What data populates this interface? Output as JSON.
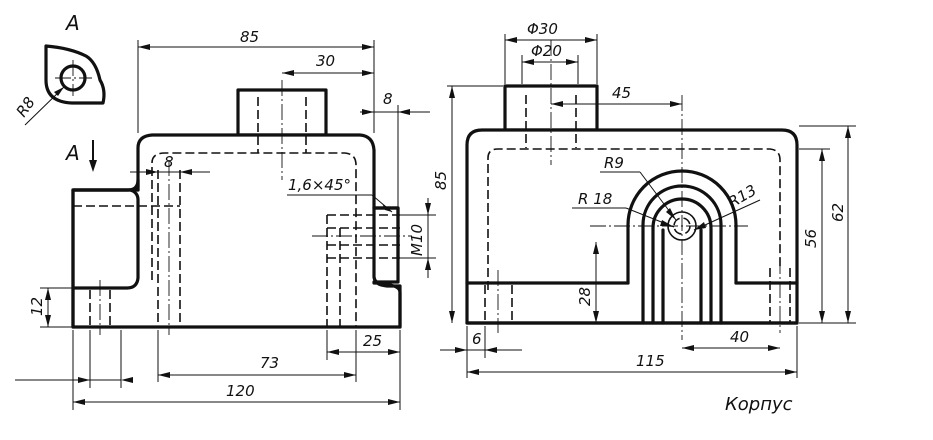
{
  "view_label": "A",
  "view_arrow_label": "A",
  "part_name": "Корпус",
  "dimensions": {
    "d85_top": "85",
    "d30_top": "30",
    "d8_right": "8",
    "d8_left": "8",
    "chamfer": "1,6×45°",
    "thread": "M10",
    "d12": "12",
    "d73": "73",
    "d25": "25",
    "d120": "120",
    "r8": "R8",
    "phi30": "Φ30",
    "phi20": "Φ20",
    "d45": "45",
    "d85_side": "85",
    "r9": "R9",
    "r18": "R 18",
    "r13": "R13",
    "d62": "62",
    "d56": "56",
    "d28": "28",
    "d6": "6",
    "d40": "40",
    "d115": "115"
  }
}
